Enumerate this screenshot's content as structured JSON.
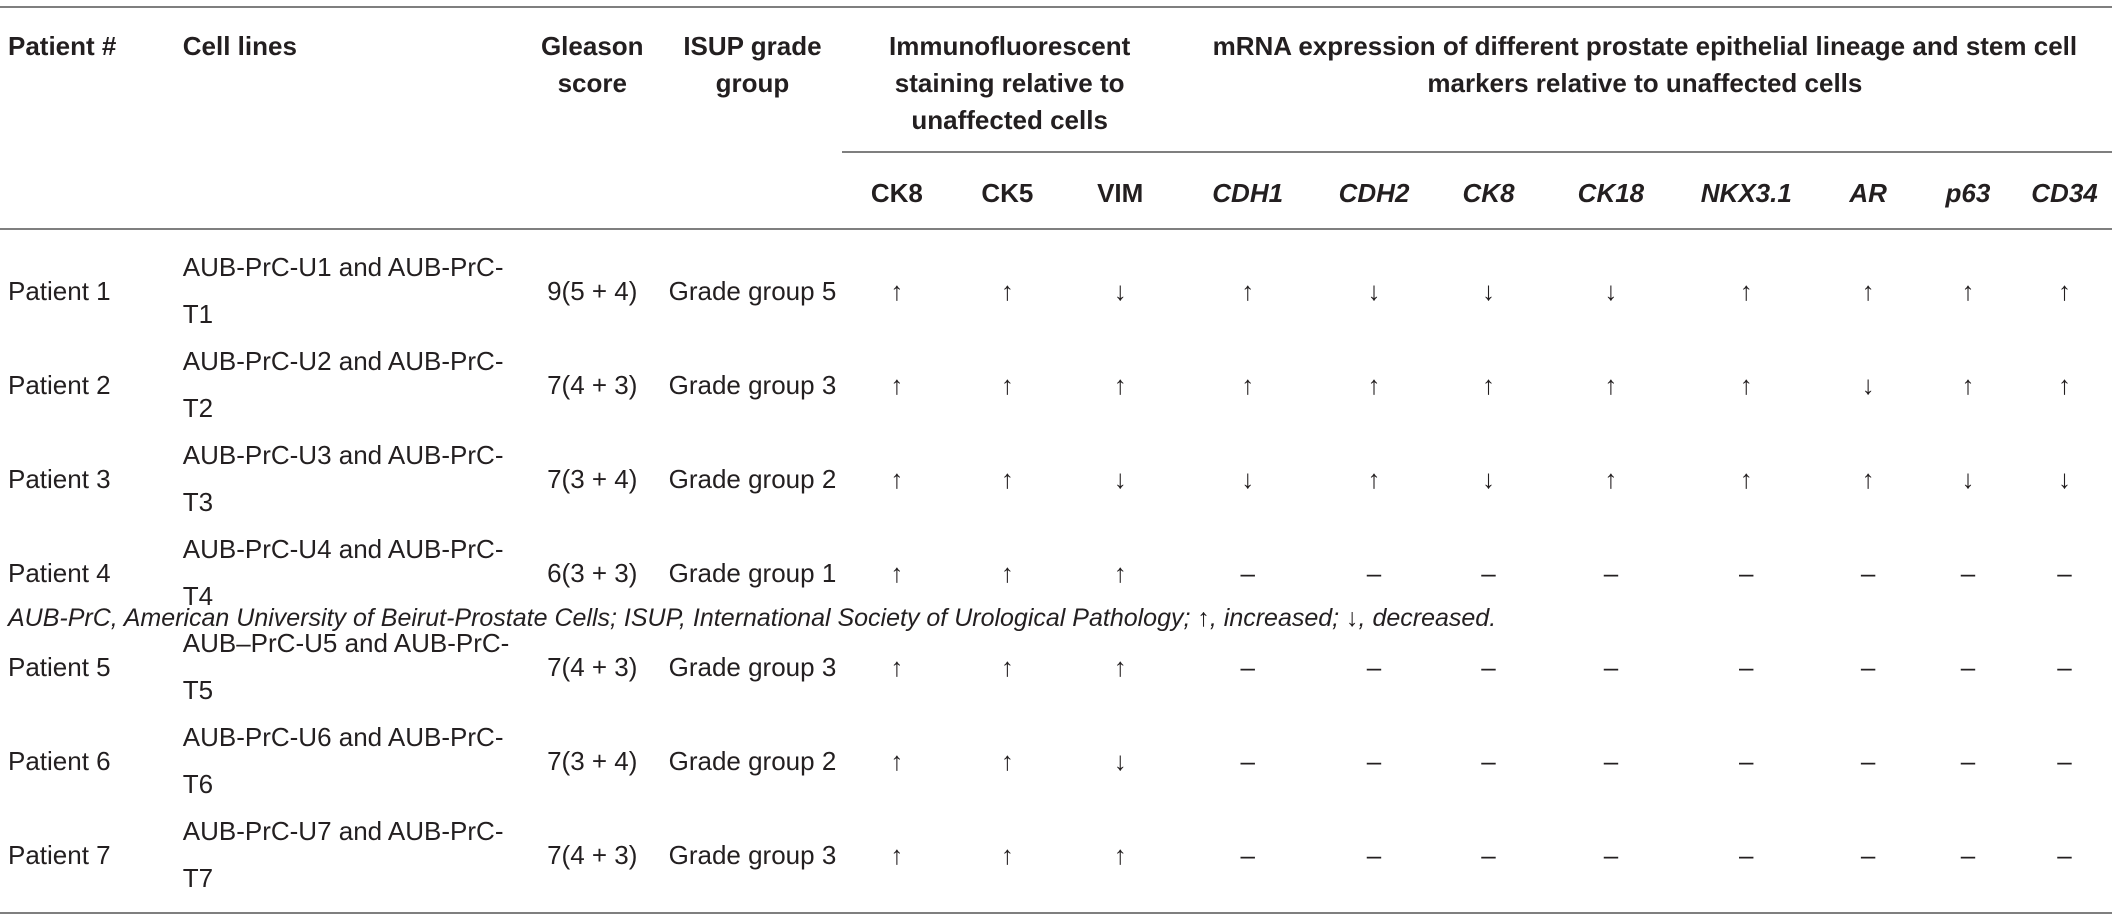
{
  "headers": {
    "patient": "Patient #",
    "cell_lines": "Cell lines",
    "gleason": "Gleason score",
    "isup": "ISUP grade group",
    "if_group": "Immunofluorescent staining relative to unaffected cells",
    "mrna_group": "mRNA expression of different prostate epithelial lineage and stem cell markers relative to unaffected cells",
    "if_cols": [
      "CK8",
      "CK5",
      "VIM"
    ],
    "mrna_cols": [
      "CDH1",
      "CDH2",
      "CK8",
      "CK18",
      "NKX3.1",
      "AR",
      "p63",
      "CD34"
    ]
  },
  "rows": [
    {
      "patient": "Patient 1",
      "cells": "AUB-PrC-U1 and AUB-PrC-T1",
      "gleason": "9(5 + 4)",
      "isup": "Grade group 5",
      "if": [
        "↑",
        "↑",
        "↓"
      ],
      "mrna": [
        "↑",
        "↓",
        "↓",
        "↓",
        "↑",
        "↑",
        "↑",
        "↑"
      ]
    },
    {
      "patient": "Patient 2",
      "cells": "AUB-PrC-U2 and AUB-PrC-T2",
      "gleason": "7(4 + 3)",
      "isup": "Grade group 3",
      "if": [
        "↑",
        "↑",
        "↑"
      ],
      "mrna": [
        "↑",
        "↑",
        "↑",
        "↑",
        "↑",
        "↓",
        "↑",
        "↑"
      ]
    },
    {
      "patient": "Patient 3",
      "cells": "AUB-PrC-U3 and AUB-PrC-T3",
      "gleason": "7(3 + 4)",
      "isup": "Grade group 2",
      "if": [
        "↑",
        "↑",
        "↓"
      ],
      "mrna": [
        "↓",
        "↑",
        "↓",
        "↑",
        "↑",
        "↑",
        "↓",
        "↓"
      ]
    },
    {
      "patient": "Patient 4",
      "cells": "AUB-PrC-U4 and AUB-PrC-T4",
      "gleason": "6(3 + 3)",
      "isup": "Grade group 1",
      "if": [
        "↑",
        "↑",
        "↑"
      ],
      "mrna": [
        "–",
        "–",
        "–",
        "–",
        "–",
        "–",
        "–",
        "–"
      ]
    },
    {
      "patient": "Patient 5",
      "cells": "AUB–PrC-U5 and AUB-PrC-T5",
      "gleason": "7(4 + 3)",
      "isup": "Grade group 3",
      "if": [
        "↑",
        "↑",
        "↑"
      ],
      "mrna": [
        "–",
        "–",
        "–",
        "–",
        "–",
        "–",
        "–",
        "–"
      ]
    },
    {
      "patient": "Patient 6",
      "cells": "AUB-PrC-U6 and AUB-PrC-T6",
      "gleason": "7(3 + 4)",
      "isup": "Grade group 2",
      "if": [
        "↑",
        "↑",
        "↓"
      ],
      "mrna": [
        "–",
        "–",
        "–",
        "–",
        "–",
        "–",
        "–",
        "–"
      ]
    },
    {
      "patient": "Patient 7",
      "cells": "AUB-PrC-U7 and AUB-PrC-T7",
      "gleason": "7(4 + 3)",
      "isup": "Grade group 3",
      "if": [
        "↑",
        "↑",
        "↑"
      ],
      "mrna": [
        "–",
        "–",
        "–",
        "–",
        "–",
        "–",
        "–",
        "–"
      ]
    }
  ],
  "caption": "AUB-PrC, American University of Beirut-Prostate Cells; ISUP, International Society of Urological Pathology; ↑, increased; ↓, decreased."
}
